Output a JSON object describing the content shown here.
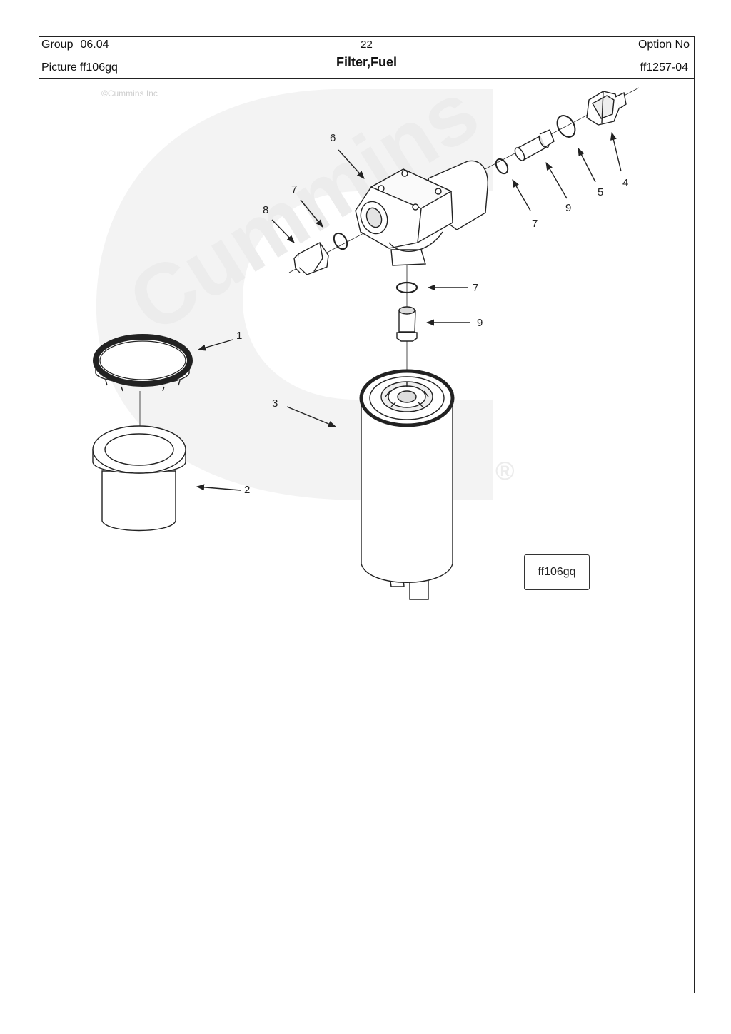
{
  "header": {
    "group_label": "Group",
    "group_value": "06.04",
    "picture_label": "Picture",
    "picture_value": "ff106gq",
    "page_number": "22",
    "title": "Filter,Fuel",
    "option_label": "Option No",
    "option_value": "ff1257-04"
  },
  "watermark": {
    "copyright": "©Cummins Inc",
    "brand": "Cummins",
    "registered_mark": "®"
  },
  "callouts": {
    "c1": "1",
    "c2": "2",
    "c3": "3",
    "c4": "4",
    "c5": "5",
    "c6": "6",
    "c7a": "7",
    "c7b": "7",
    "c7c": "7",
    "c8": "8",
    "c9a": "9",
    "c9b": "9"
  },
  "picture_label": "ff106gq",
  "colors": {
    "line": "#222222",
    "watermark": "#ececec"
  }
}
